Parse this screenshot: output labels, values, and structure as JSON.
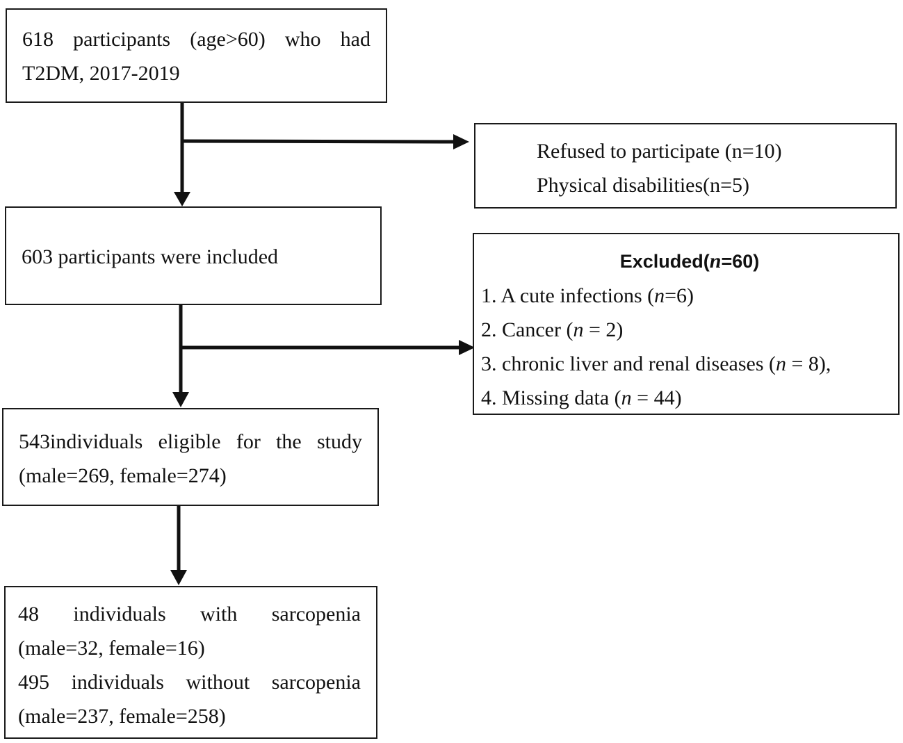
{
  "boxes": {
    "start": {
      "line1": "618 participants (age>60) who had",
      "line2": "T2DM, 2017-2019"
    },
    "refused": {
      "line1": "Refused to participate (n=10)",
      "line2": "Physical disabilities(n=5)"
    },
    "included": {
      "line1": "603 participants were included"
    },
    "excluded": {
      "title_prefix": "Excluded(",
      "title_n": "n",
      "title_suffix": "=60)",
      "items": [
        {
          "num": "1. ",
          "text": "A cute infections (",
          "n": "n",
          "rest": "=6)"
        },
        {
          "num": "2. ",
          "text": "Cancer (",
          "n": "n",
          "rest": " = 2)"
        },
        {
          "num": "3. ",
          "text": "chronic liver and renal diseases (",
          "n": "n",
          "rest": " = 8),"
        },
        {
          "num": "4. ",
          "text": "Missing data (",
          "n": "n",
          "rest": " = 44)"
        }
      ]
    },
    "eligible": {
      "line1": "543individuals eligible for the study",
      "line2": "(male=269, female=274)"
    },
    "final": {
      "line1": "48 individuals with sarcopenia",
      "line2": "(male=32, female=16)",
      "line3": "495 individuals without sarcopenia",
      "line4": "(male=237, female=258)"
    }
  }
}
